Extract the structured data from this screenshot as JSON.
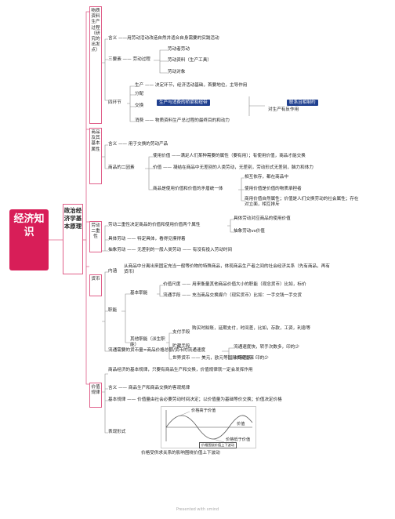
{
  "root": {
    "label": "经济知识"
  },
  "level1": {
    "label": "政治经济学基本原理"
  },
  "sections": [
    {
      "label": "物质资料生产过程（研究的出发点）"
    },
    {
      "label": "商品及其基本属性"
    },
    {
      "label": "劳动二重性"
    },
    {
      "label": "货币"
    },
    {
      "label": "价值规律"
    }
  ],
  "s1": {
    "hanyi": "含义 ——用劳动活动改造自然并适合自身需要的实践活动",
    "sanyaosu": "三要素 —— 劳动过程",
    "laodongzhe": "劳动者劳动",
    "laodongziliao": "劳动资料（生产工具）",
    "laodongduixiang": "劳动对象",
    "sihuanjie": "四环节",
    "shengchan": "生产 —— 决定环节，经济活动基础，首要地位，主导作用",
    "fenpei": "分配",
    "jiaohuan": "交换",
    "qiaoliang": "生产与消费的桥梁和纽带",
    "xiaofei": "消费 —— 物质资料生产总过程的最终目的和动力",
    "huxiang": "联系且相制约",
    "fanzuoyong": "对生产有反作用"
  },
  "s2": {
    "hanyi": "含义 —— 用于交换的劳动产品",
    "ershuxing": "商品的二因素",
    "shiyong": "使用价值 ——满足人们某种需要的属性（要有用）；有使用价值，商品才能交换",
    "jiazhi": "价值 —— 凝结在商品中无差别的人类劳动，无差别，劳动形式无差别，脑力和体力",
    "tongyi": "商品是使用价值和价值的矛盾统一体",
    "dui1": "相互依存，都在商品中",
    "dui2": "使用价值是价值的物质承担者",
    "dui3": "商用价值自然属性；价值是人们交换劳动的社会属性；存在对立面，相互排斥"
  },
  "s3": {
    "jueding": "劳动二重性决定商品的价值和使用价值两个属性",
    "juti_use": "具体劳动对应商品的使用价值",
    "chouxiang_val": "抽象劳动vs价值",
    "juti": "具体劳动 —— 特定具体，看得见摸得着",
    "chouxiang": "抽象劳动 —— 无差别的一般人类劳动 —— 有没有投入劳动时间"
  },
  "s4": {
    "neihan": "内涵",
    "neihan_text": "从商品中分离出来固定充当一般等价物的特殊商品，体现商品生产者之间的社会经济关系（先有商品，再有货币）",
    "zhineng": "职能",
    "jiben": "基本职能",
    "jiazhichidu": "价值尺度 —— 用来衡量其他商品价值大小的职能（观念货币）比如，标价",
    "liutong": "流通手段 —— 充当商品交换媒介（现实货币）比如：一手交钱一手交货",
    "qita": "其他职能（派生职能）",
    "zhifu": "支付手段",
    "zhifu_text": "购买时赊账，延期支付，时间差，比如，存款，工资，利息等",
    "zhucang": "贮藏手段",
    "shijie": "世界货币 —— 美元，欧元等国际贸易往来",
    "liutongliang": "流通需要的货币量=商品价格总额/货币的流通速度",
    "sudu": "流通速度快，转手次数多，印的少",
    "shichang": "市场活跃，印的少"
  },
  "s5": {
    "jibenguilv": "商品经济的基本规律，只要有商品生产和交换，价值规律就一定会发挥作用",
    "hanyi": "含义 —— 商品生产和商品交换的客观规律",
    "yaoqiu": "基本规律 —— 价值量由社会必要劳动时间决定；以价值量为基础等价交换；价值决定价格",
    "biaoxian": "表现形式",
    "chart_caption": "价格受供求关系的影响围绕价值上下波动",
    "chart_inner": "价格围绕价值上下波动",
    "chart_lbl_gt": "价格高于价值",
    "chart_lbl_lt": "价格低于价值",
    "chart_value": "价值"
  },
  "watermark": "Presented with xmind",
  "colors": {
    "accent": "#d81e58",
    "blue_box": "#1f3f8f",
    "line": "#e0608a"
  }
}
